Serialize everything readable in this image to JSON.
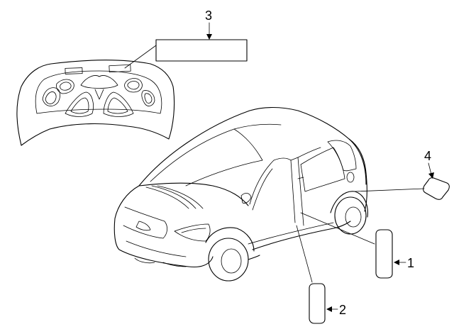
{
  "diagram": {
    "callouts": [
      {
        "id": "callout-1",
        "number": "1"
      },
      {
        "id": "callout-2",
        "number": "2"
      },
      {
        "id": "callout-3",
        "number": "3"
      },
      {
        "id": "callout-4",
        "number": "4"
      }
    ]
  }
}
